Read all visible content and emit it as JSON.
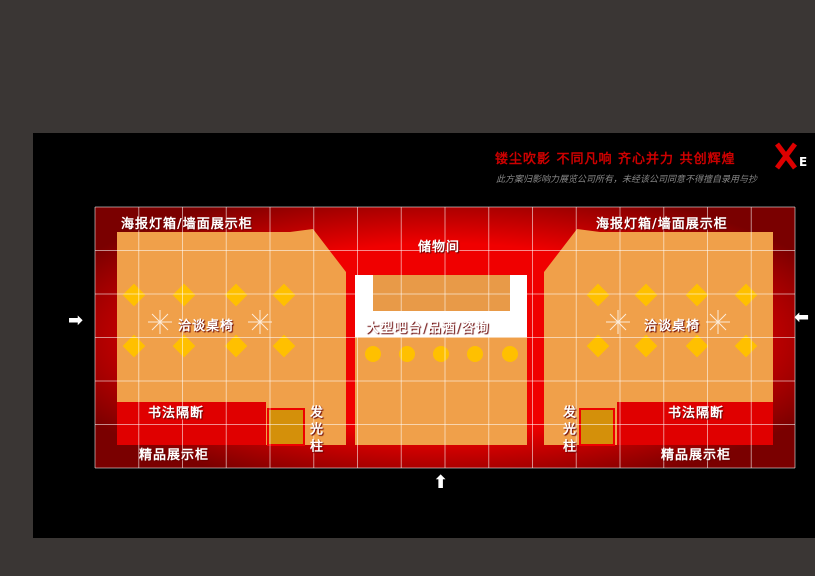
{
  "header": {
    "slogan": "镂尘吹影  不同凡响  齐心并力  共创辉煌",
    "copyright": "此方案归影响力展览公司所有，未经该公司同意不得擅自录用与抄",
    "logo_text": "XE"
  },
  "labels": {
    "poster_left": "海报灯箱/墙面展示柜",
    "poster_right": "海报灯箱/墙面展示柜",
    "storage": "储物间",
    "bar": "大型吧台/品酒/咨询",
    "meeting_left": "洽谈桌椅",
    "meeting_right": "洽谈桌椅",
    "calligraphy_left": "书法隔断",
    "calligraphy_right": "书法隔断",
    "showcase_left": "精品展示柜",
    "showcase_right": "精品展示柜",
    "light_pillar_left": "发光柱",
    "light_pillar_right": "发光柱"
  },
  "arrows": {
    "left": "➡",
    "right": "⬅",
    "bottom": "⬆"
  },
  "colors": {
    "floor": "#f0a04a",
    "wall": "#e00000",
    "dark_red": "#8a0000",
    "chair": "#ffc000"
  }
}
